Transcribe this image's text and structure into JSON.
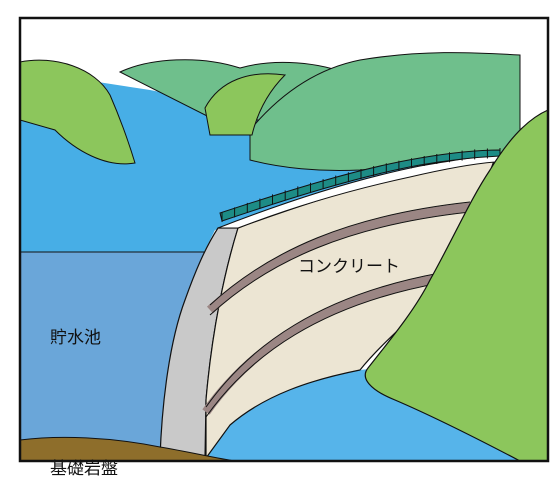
{
  "labels": {
    "dam_material": "コンクリート",
    "reservoir": "貯水池",
    "bedrock": "基礎岩盤"
  },
  "colors": {
    "sky": "#ffffff",
    "water_far": "#47aee6",
    "water_near": "#6aa6d9",
    "downstream_water": "#56b4ea",
    "hill_light": "#8cc65c",
    "hill_teal": "#6fbf8c",
    "dam_face": "#ece5d3",
    "dam_upstream": "#c9c9c9",
    "dam_bands": "#9b8684",
    "crest_rail": "#1d8c86",
    "bedrock": "#8e6e2b",
    "outline": "#111111"
  }
}
